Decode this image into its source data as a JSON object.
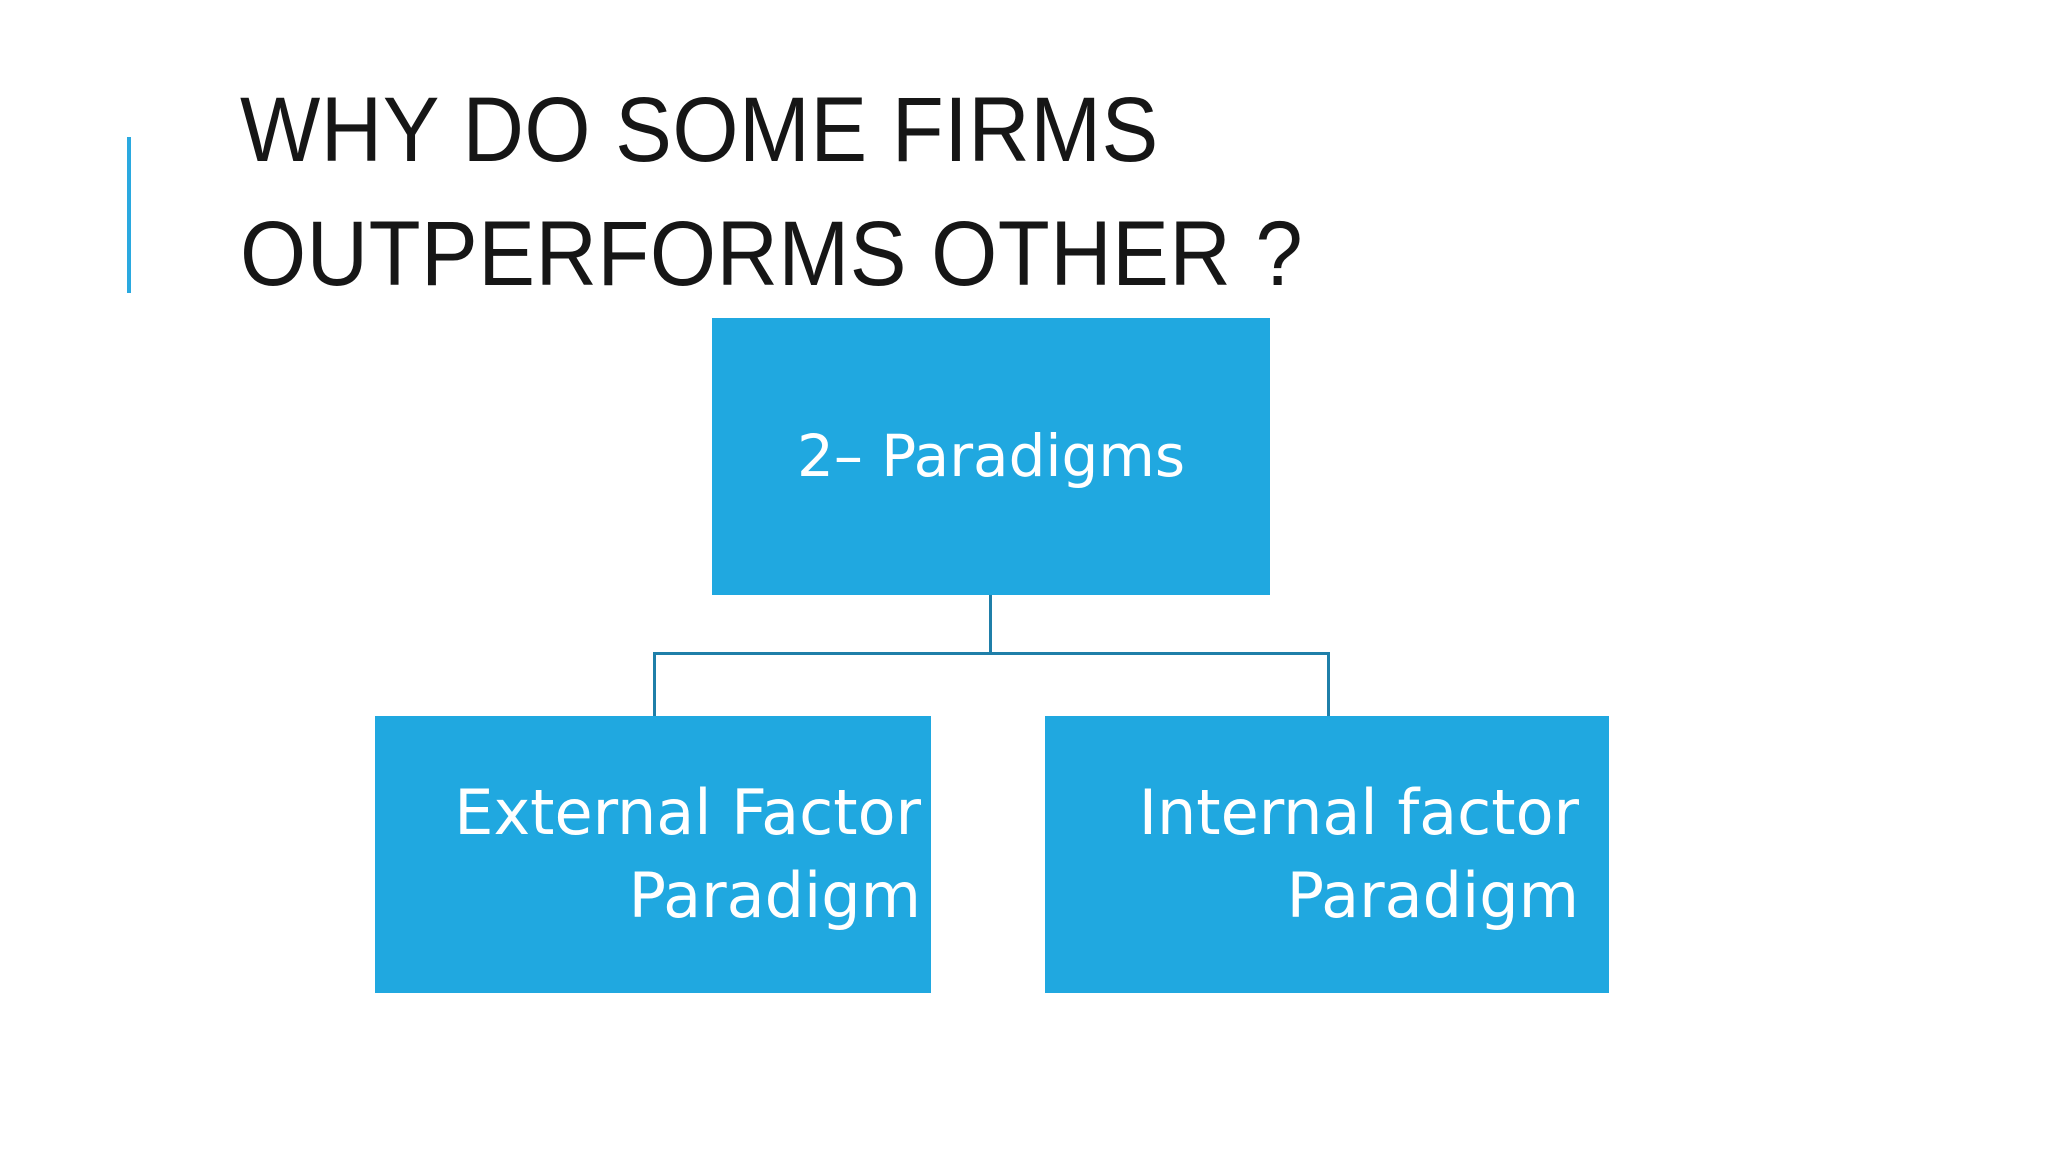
{
  "slide": {
    "background_color": "#FFFFFF",
    "title": "WHY DO SOME FIRMS OUTPERFORMS OTHER ?",
    "accent_bar_color": "#2AA9E0"
  },
  "diagram": {
    "type": "hierarchy",
    "node_fill_color": "#20A8E0",
    "node_text_color": "#FFFFFF",
    "connector_color": "#1F7FA9",
    "root": {
      "label": "2– Paradigms"
    },
    "children": [
      {
        "label": "External Factor Paradigm"
      },
      {
        "label": "Internal factor Paradigm"
      }
    ]
  }
}
